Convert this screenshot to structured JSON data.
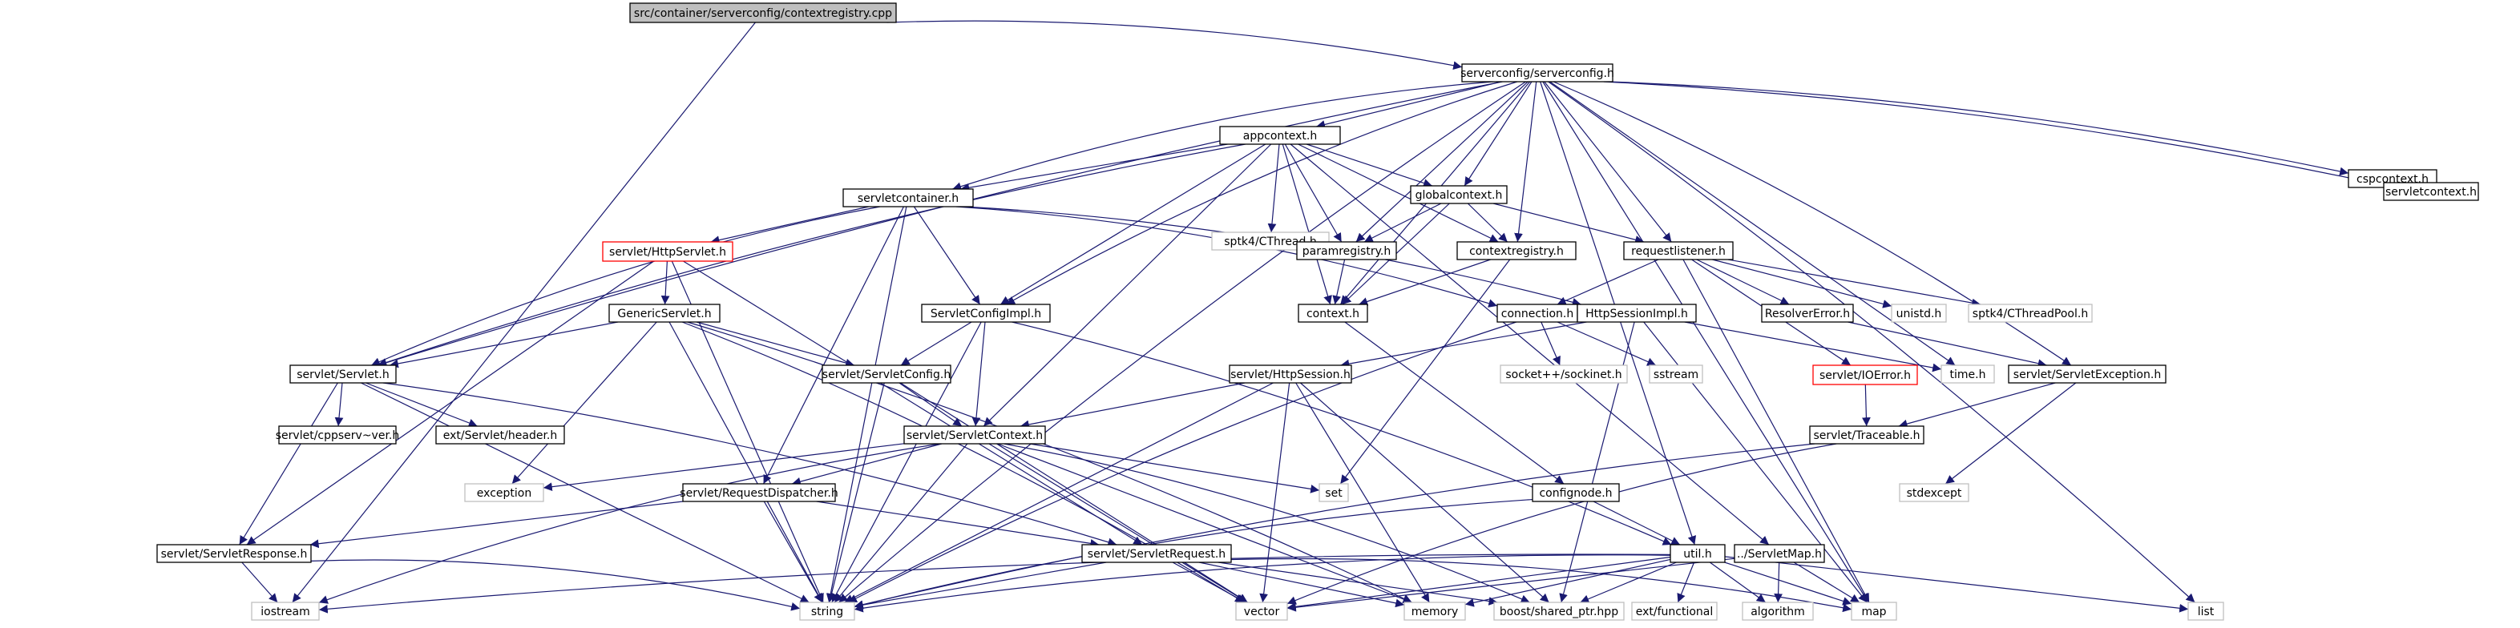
{
  "title_file": "src/container/serverconfig/contextregistry.cpp",
  "colors": {
    "edge": "#191970",
    "root_fill": "#bfbfbf",
    "ext_border": "#bfbfbf",
    "broken_border": "#ff0000"
  },
  "nodes": {
    "root": "src/container/serverconfig/contextregistry.cpp",
    "serverconfig": "serverconfig/serverconfig.h",
    "appcontext": "appcontext.h",
    "cspcontext": "cspcontext.h",
    "servletcontext": "servletcontext.h",
    "servletcontainer": "servletcontainer.h",
    "spti_cthread": "sptk4/CThread.h",
    "globalcontext": "globalcontext.h",
    "httpservlet": "servlet/HttpServlet.h",
    "paramregistry": "paramregistry.h",
    "contextregistry": "contextregistry.h",
    "requestlistener": "requestlistener.h",
    "genericservlet": "GenericServlet.h",
    "servletconfigimpl": "ServletConfigImpl.h",
    "context": "context.h",
    "connection": "connection.h",
    "httpsessionimpl": "HttpSessionImpl.h",
    "resolvererror": "ResolverError.h",
    "unistd": "unistd.h",
    "spti_cthreadpool": "sptk4/CThreadPool.h",
    "servlet_servlet": "servlet/Servlet.h",
    "servletconfig": "servlet/ServletConfig.h",
    "httpsession": "servlet/HttpSession.h",
    "socketinet": "socket++/sockinet.h",
    "sstream": "sstream",
    "ioerror": "servlet/IOError.h",
    "timeh": "time.h",
    "servletexception": "servlet/ServletException.h",
    "cppserver": "servlet/cppserv~ver.h",
    "ext_header": "ext/Servlet/header.h",
    "servlet_context": "servlet/ServletContext.h",
    "traceable": "servlet/Traceable.h",
    "exception": "exception",
    "requestdispatcher": "servlet/RequestDispatcher.h",
    "set": "set",
    "confignode": "confignode.h",
    "stdexcept": "stdexcept",
    "servletresponse": "servlet/ServletResponse.h",
    "servletrequest": "servlet/ServletRequest.h",
    "util": "util.h",
    "servletmap": "../ServletMap.h",
    "iostream": "iostream",
    "string": "string",
    "vector": "vector",
    "memory": "memory",
    "shared_ptr": "boost/shared_ptr.hpp",
    "ext_functional": "ext/functional",
    "algorithm": "algorithm",
    "map": "map",
    "list": "list"
  }
}
